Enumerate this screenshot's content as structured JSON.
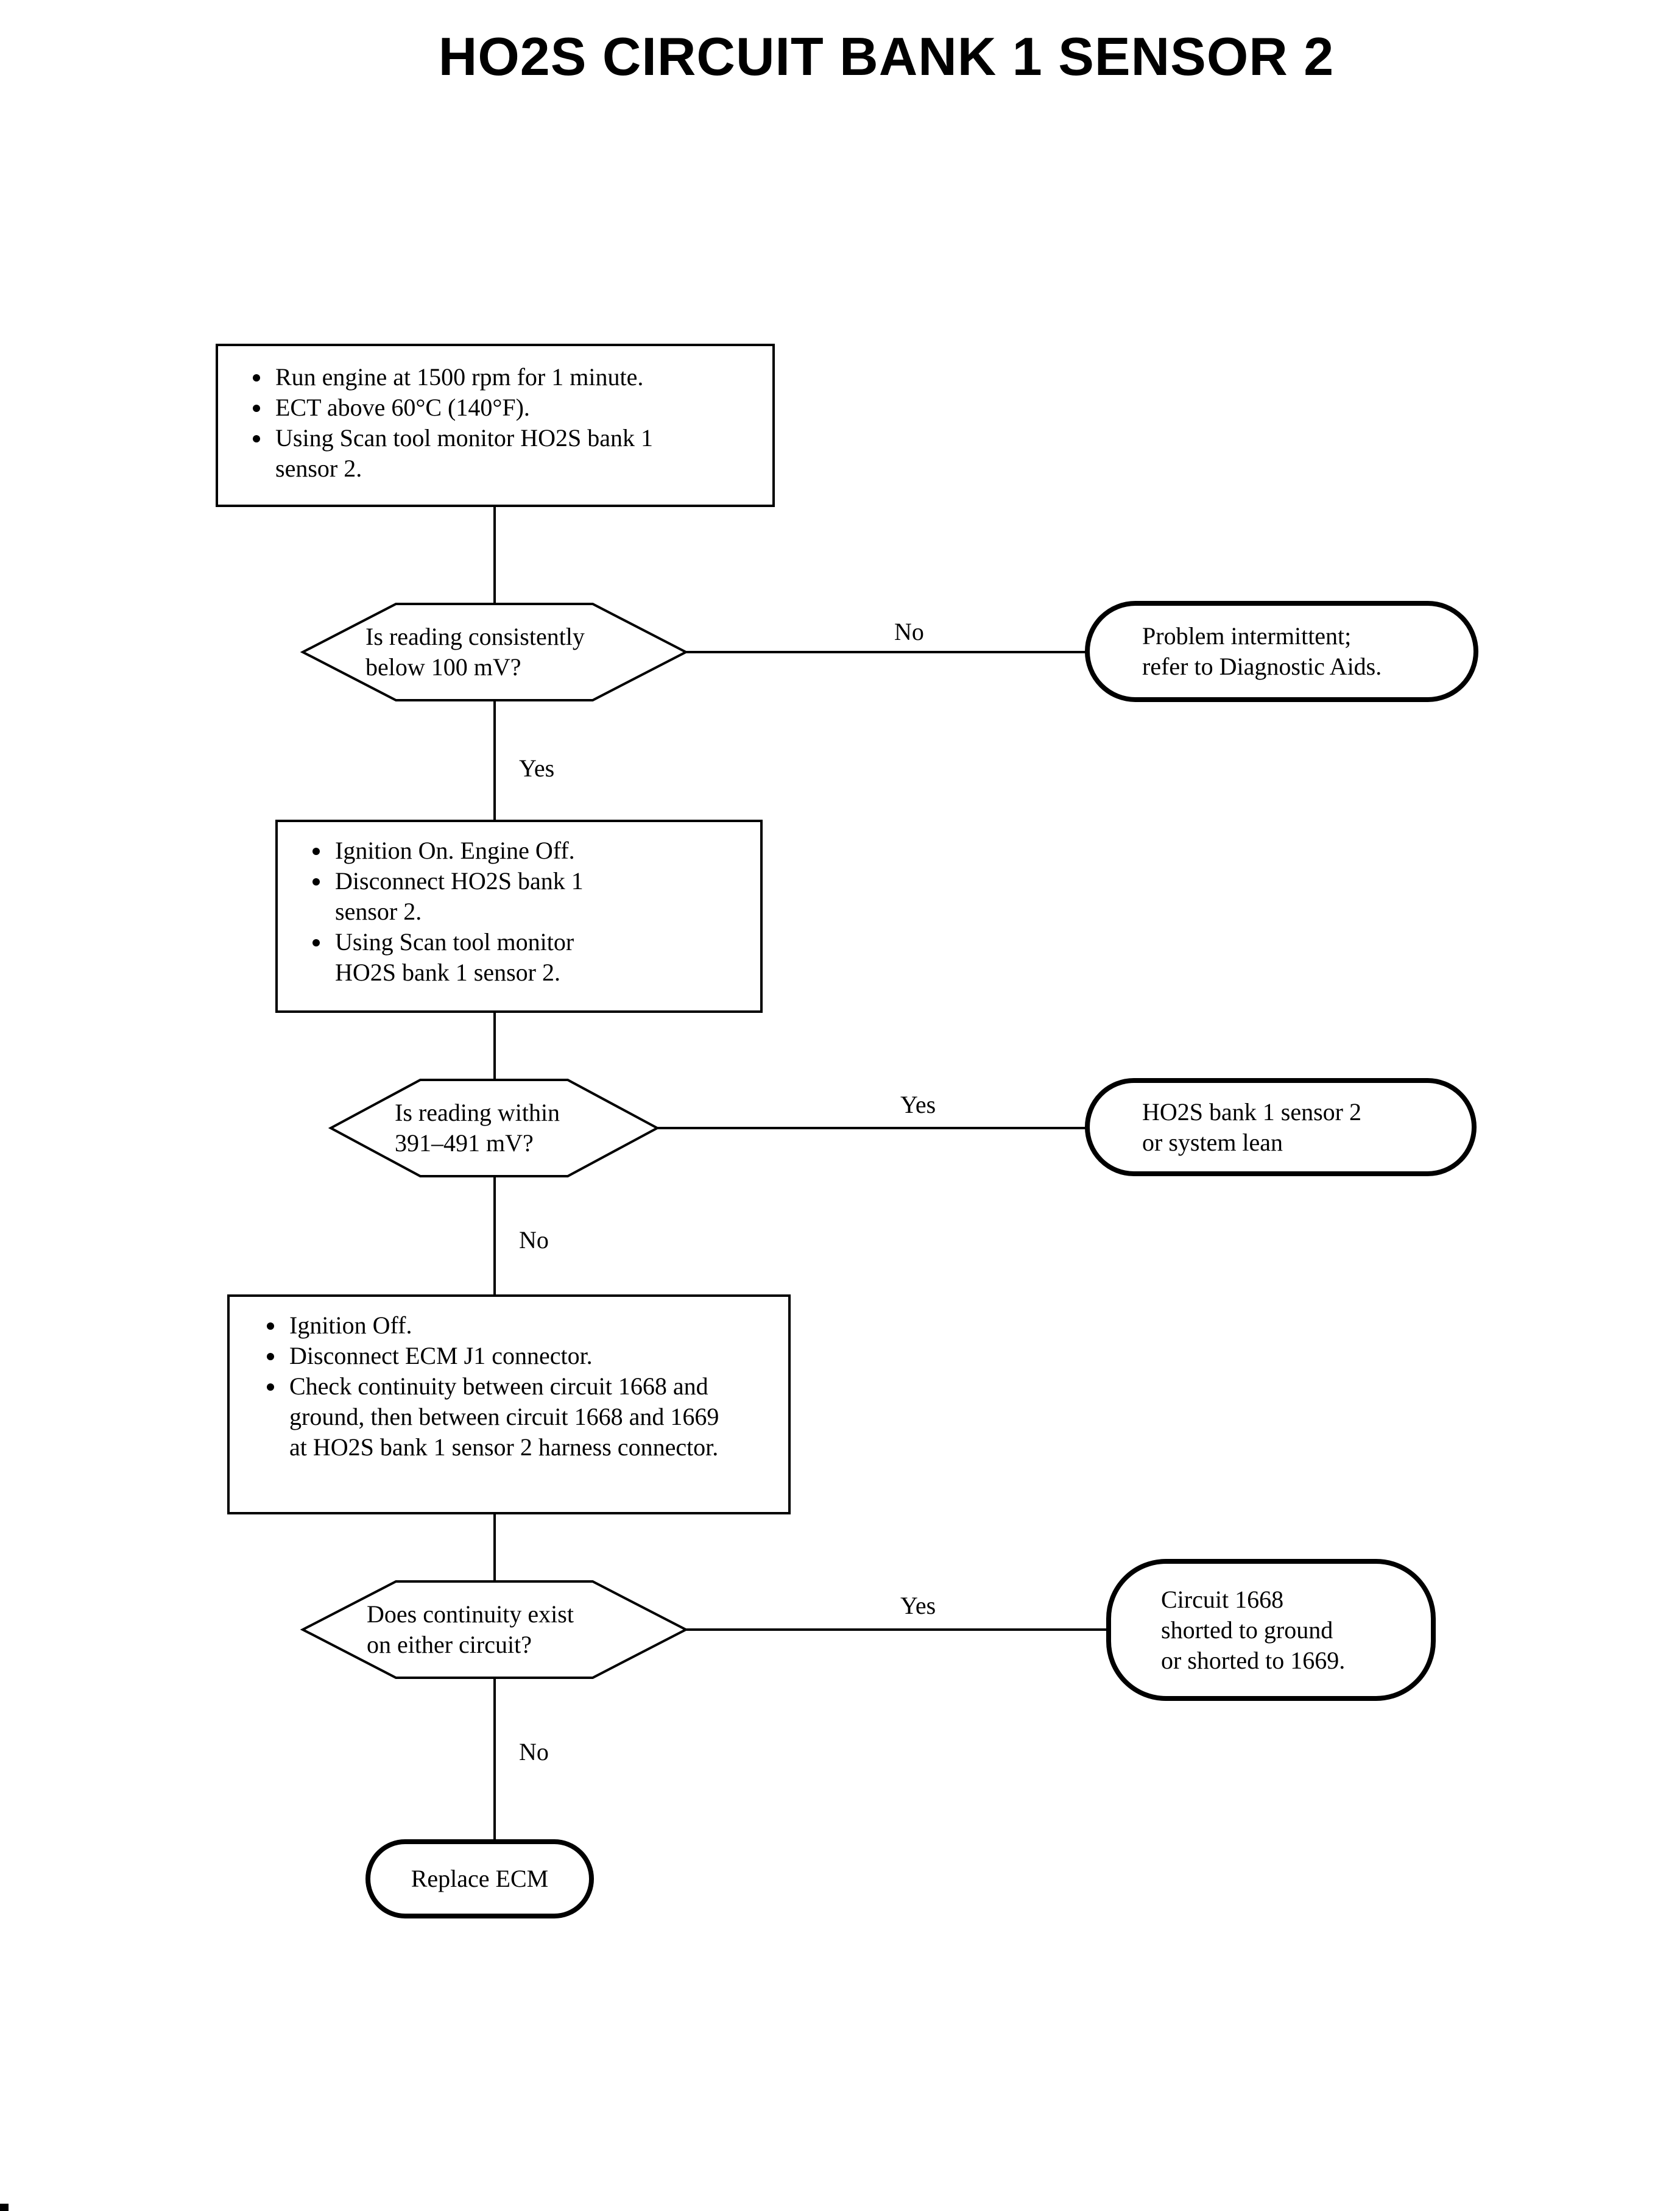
{
  "diagram": {
    "title": "HO2S CIRCUIT BANK 1 SENSOR 2",
    "ink_color": "#000000",
    "background_color": "#ffffff",
    "steps": {
      "step1": {
        "bullets": [
          "Run engine at 1500 rpm for 1 minute.",
          "ECT above 60°C (140°F).",
          "Using Scan tool monitor HO2S bank 1 sensor 2."
        ]
      },
      "step2": {
        "bullets": [
          "Ignition On. Engine Off.",
          "Disconnect HO2S bank 1 sensor 2.",
          "Using Scan tool monitor HO2S bank 1 sensor 2."
        ]
      },
      "step3": {
        "bullets": [
          "Ignition Off.",
          "Disconnect ECM J1 connector.",
          "Check continuity between circuit 1668 and ground, then between circuit 1668 and 1669 at HO2S bank 1 sensor 2 harness connector."
        ]
      }
    },
    "decisions": {
      "decision1": {
        "lines": [
          "Is reading consistently",
          "below 100 mV?"
        ]
      },
      "decision2": {
        "lines": [
          "Is reading within",
          "391–491 mV?"
        ]
      },
      "decision3": {
        "lines": [
          "Does continuity exist",
          "on either circuit?"
        ]
      }
    },
    "results": {
      "result1": {
        "lines": [
          "Problem intermittent;",
          "refer to Diagnostic Aids."
        ]
      },
      "result2": {
        "lines": [
          "HO2S bank 1 sensor 2",
          "or system lean"
        ]
      },
      "result3": {
        "lines": [
          "Circuit 1668",
          "shorted to ground",
          "or shorted to 1669."
        ]
      },
      "final": {
        "label": "Replace ECM"
      }
    },
    "edge_labels": {
      "decision1_no": "No",
      "decision1_yes": "Yes",
      "decision2_yes": "Yes",
      "decision2_no": "No",
      "decision3_yes": "Yes",
      "decision3_no": "No"
    }
  }
}
